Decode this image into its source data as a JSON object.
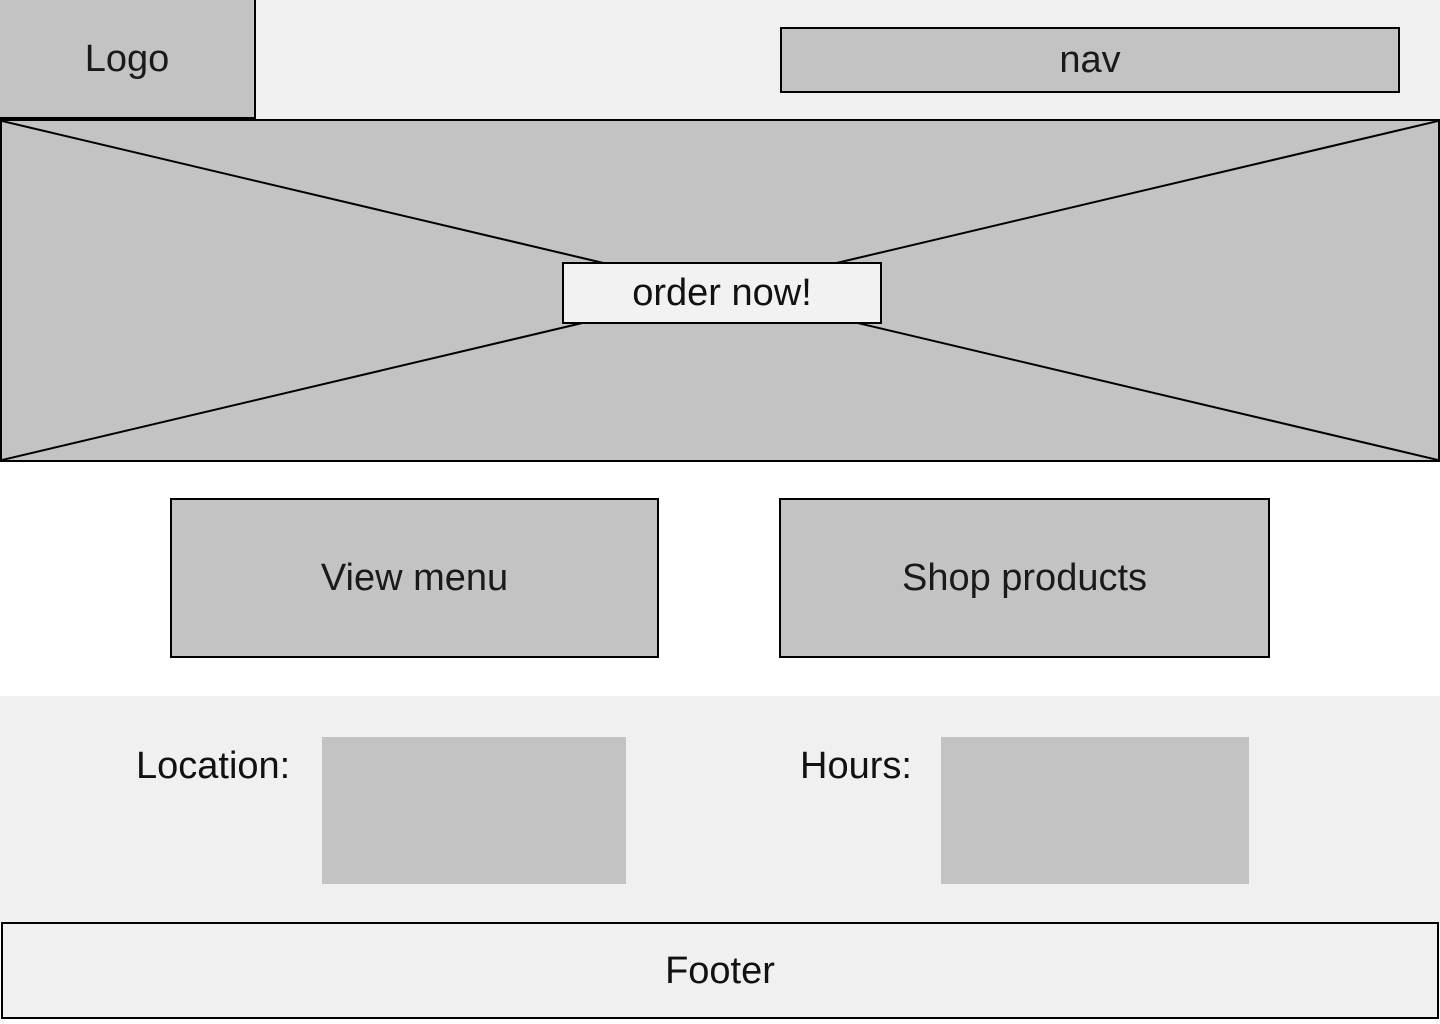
{
  "header": {
    "logo": {
      "label": "Logo"
    },
    "nav": {
      "label": "nav"
    }
  },
  "hero": {
    "cta": {
      "label": "order now!"
    },
    "placeholder_icon": "image-placeholder-cross-icon"
  },
  "cta_row": {
    "buttons": [
      {
        "label": "View menu"
      },
      {
        "label": "Shop products"
      }
    ]
  },
  "info": {
    "location": {
      "label": "Location:",
      "placeholder_icon": "map-placeholder-box"
    },
    "hours": {
      "label": "Hours:",
      "placeholder_icon": "hours-placeholder-box"
    }
  },
  "footer": {
    "label": "Footer"
  },
  "colors": {
    "page_background": "#ffffff",
    "band_background": "#f0f0f0",
    "box_fill": "#c3c3c3",
    "cta_fill": "#f2f2f2",
    "stroke": "#000000",
    "text": "#111111"
  }
}
